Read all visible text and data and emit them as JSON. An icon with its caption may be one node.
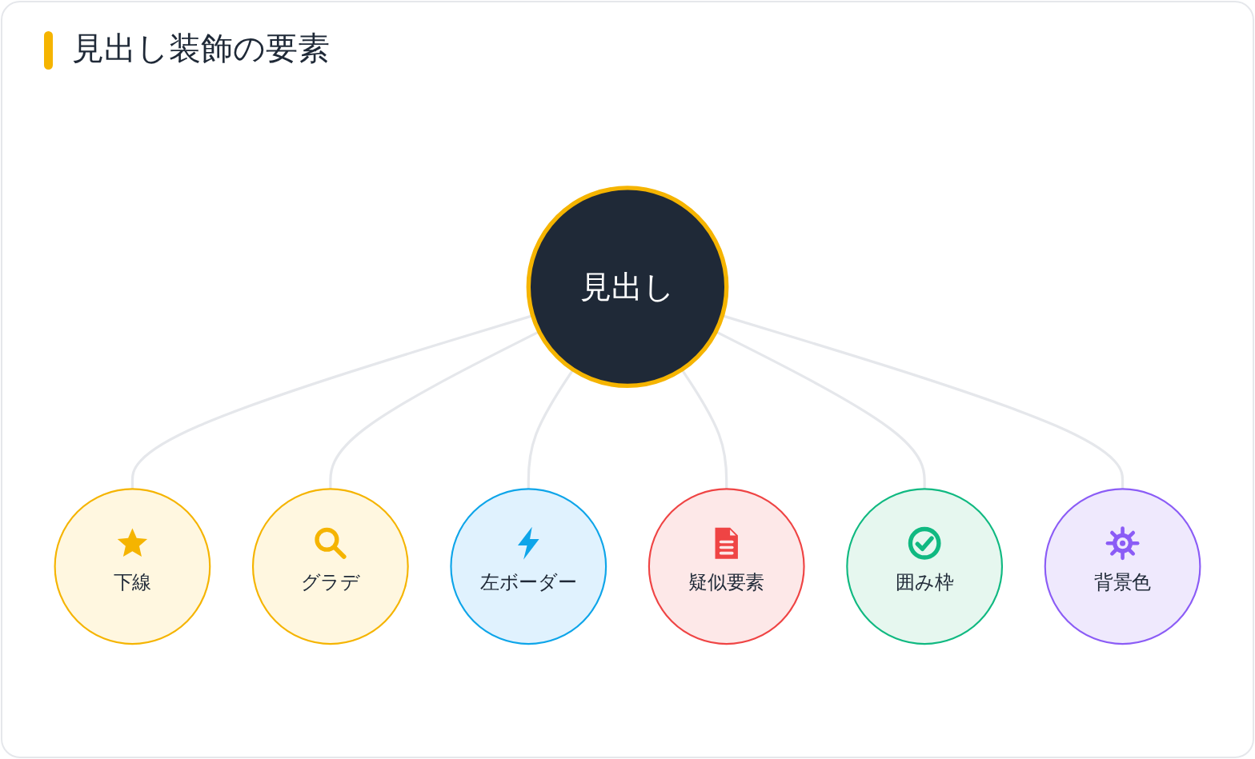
{
  "diagram": {
    "title": "見出し装飾の要素",
    "nodes": [
      {
        "text": [
          "下線"
        ]
      },
      {
        "text": [
          "グラデ"
        ]
      },
      {
        "text": [
          "左ボーダー"
        ]
      },
      {
        "text": [
          "見出し"
        ]
      },
      {
        "text": [
          "疑似要素"
        ]
      },
      {
        "text": [
          "囲み枠"
        ]
      },
      {
        "text": [
          "背景色"
        ]
      }
    ],
    "edges": [
      {
        "from": 3,
        "to": 0,
        "arrow": "none"
      },
      {
        "from": 3,
        "to": 1,
        "arrow": "none"
      },
      {
        "from": 3,
        "to": 2,
        "arrow": "none"
      },
      {
        "from": 3,
        "to": 4,
        "arrow": "none"
      },
      {
        "from": 3,
        "to": 5,
        "arrow": "none"
      },
      {
        "from": 3,
        "to": 6,
        "arrow": "none"
      }
    ]
  }
}
